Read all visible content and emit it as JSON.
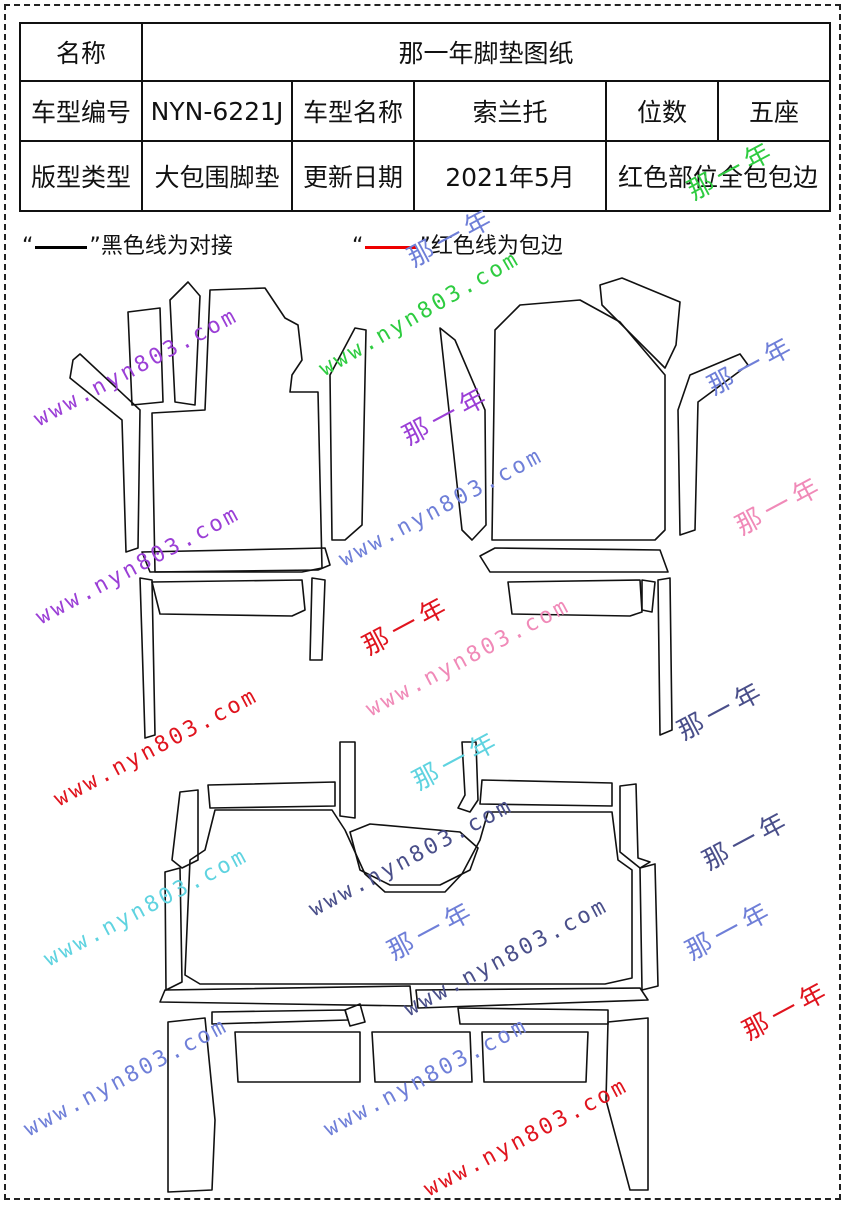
{
  "table": {
    "title_label": "名称",
    "title_value": "那一年脚垫图纸",
    "model_code_label": "车型编号",
    "model_code_value": "NYN-6221J",
    "model_name_label": "车型名称",
    "model_name_value": "索兰托",
    "seats_label": "位数",
    "seats_value": "五座",
    "type_label": "版型类型",
    "type_value": "大包围脚垫",
    "date_label": "更新日期",
    "date_value": "2021年5月",
    "note_value": "红色部位全包包边"
  },
  "legend": {
    "open_quote": "“",
    "close_quote": "”",
    "black_text": "黑色线为对接",
    "red_text": "红色线为包边"
  },
  "watermarks": {
    "url": "www.nyn803.com",
    "cn": "那一年"
  },
  "colors": {
    "watermark_purple": "#9b3fd6",
    "watermark_green": "#2ecc40",
    "watermark_blue": "#6f7fd8",
    "watermark_pink": "#f08ab8",
    "watermark_red": "#e0141e",
    "watermark_cyan": "#5fd3e0",
    "watermark_navy": "#4a4f8a"
  }
}
